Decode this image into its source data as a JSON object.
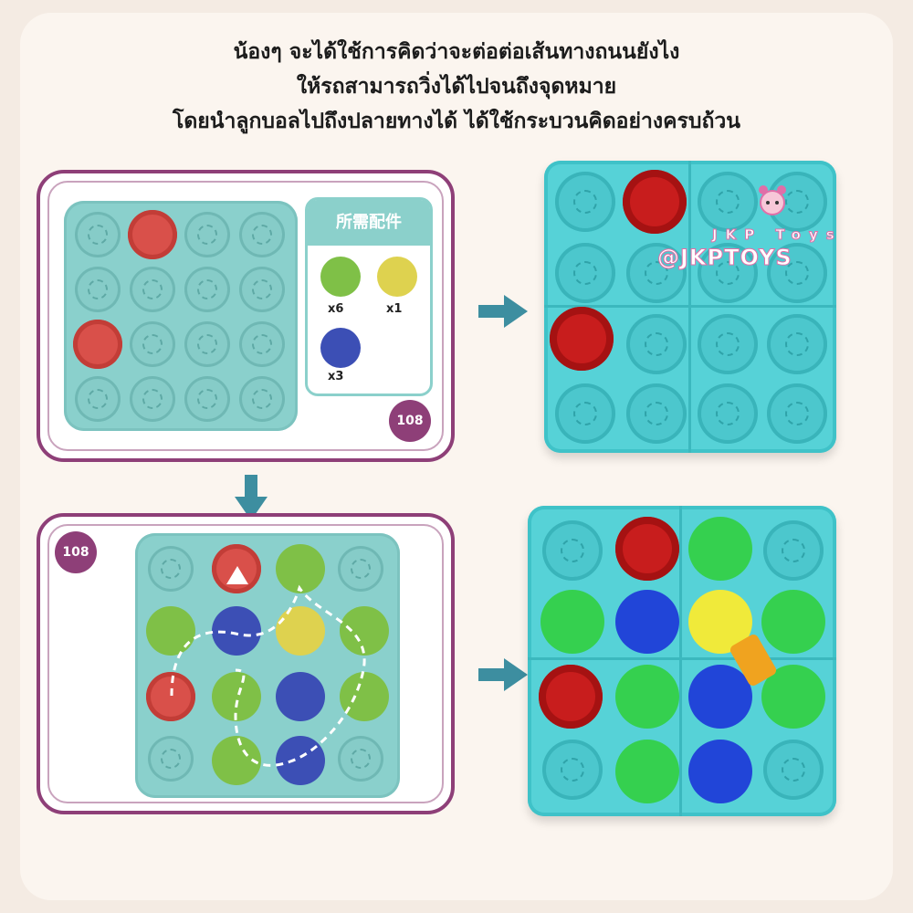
{
  "headline": {
    "line1": "น้องๆ จะได้ใช้การคิดว่าจะต่อต่อเส้นทางถนนยังไง",
    "line2": "ให้รถสามารถวิ่งได้ไปจนถึงจุดหมาย",
    "line3": "โดยนำลูกบอลไปถึงปลายทางได้ ได้ใช้กระบวนคิดอย่างครบถ้วน"
  },
  "puzzle_card": {
    "parts_title": "所需配件",
    "parts": [
      {
        "color": "green",
        "count": "x6"
      },
      {
        "color": "yellow",
        "count": "x1"
      },
      {
        "color": "blue",
        "count": "x3"
      }
    ],
    "level_badge": "108"
  },
  "solution_card": {
    "level_badge": "108"
  },
  "watermark": {
    "brand_small": "JKP Toys",
    "handle": "@JKPTOYS"
  },
  "colors": {
    "frame": "#8e3f78",
    "board": "#56d2d7",
    "arrow": "#3d8ea0"
  }
}
